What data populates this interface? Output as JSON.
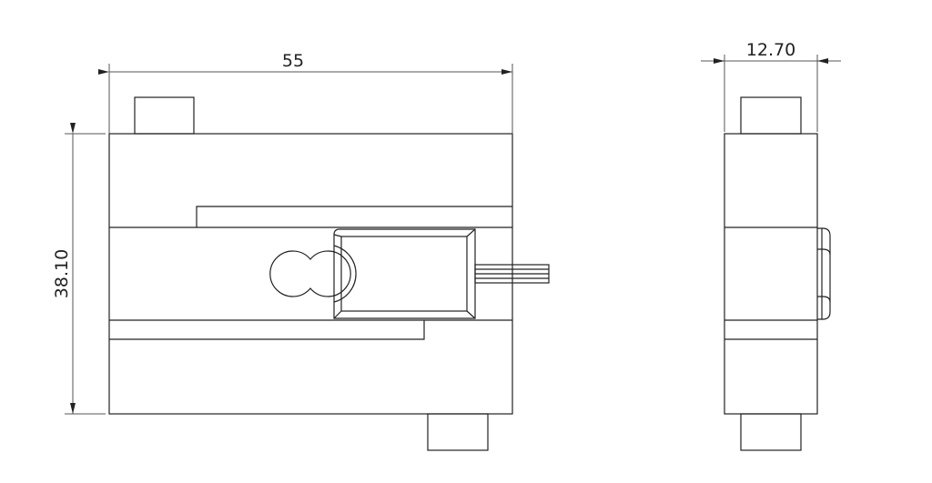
{
  "dimensions": {
    "front_width": "55",
    "front_height": "38.10",
    "side_width": "12.70"
  },
  "colors": {
    "line": "#222222",
    "dimension": "#555555",
    "background": "#ffffff"
  }
}
